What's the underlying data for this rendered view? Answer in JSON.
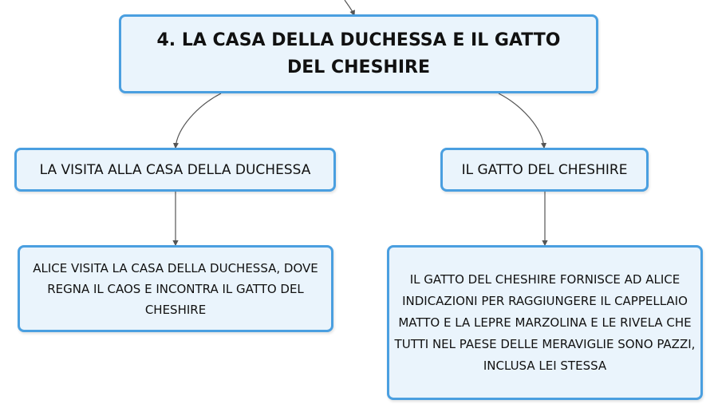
{
  "theme": {
    "node_fill": "#eaf4fc",
    "node_border": "#4a9fe0",
    "connector": "#555555"
  },
  "nodes": {
    "main": "4. LA CASA DELLA DUCHESSA E IL GATTO DEL CHESHIRE",
    "visit": "LA VISITA ALLA CASA DELLA DUCHESSA",
    "cat": "IL GATTO DEL CHESHIRE",
    "visit_detail": "ALICE VISITA LA CASA DELLA DUCHESSA, DOVE REGNA IL CAOS E INCONTRA IL GATTO DEL CHESHIRE",
    "cat_detail": "IL GATTO DEL CHESHIRE FORNISCE AD ALICE INDICAZIONI PER RAGGIUNGERE IL CAPPELLAIO MATTO E LA LEPRE MARZOLINA E LE RIVELA CHE TUTTI NEL PAESE DELLE MERAVIGLIE SONO PAZZI, INCLUSA LEI STESSA"
  }
}
